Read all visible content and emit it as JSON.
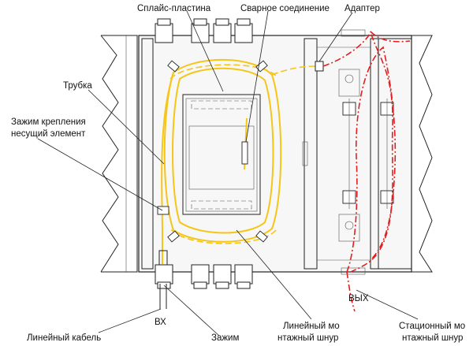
{
  "labels": {
    "splice_plate": "Сплайс-пластина",
    "weld_joint": "Сварное соединение",
    "adapter": "Адаптер",
    "tube": "Трубка",
    "clamp_strength_member_line1": "Зажим крепления",
    "clamp_strength_member_line2": "несущий элемент",
    "input": "ВХ",
    "output": "ВЫХ",
    "line_cable": "Линейный кабель",
    "clamp": "Зажим",
    "line_patchcord_line1": "Линейный мо",
    "line_patchcord_line2": "нтажный шнур",
    "station_patchcord_line1": "Стационный мо",
    "station_patchcord_line2": "нтажный шнур"
  },
  "colors": {
    "fiber_yellow": "#f5c518",
    "patchcord_red": "#e02020",
    "outline": "#222222"
  }
}
